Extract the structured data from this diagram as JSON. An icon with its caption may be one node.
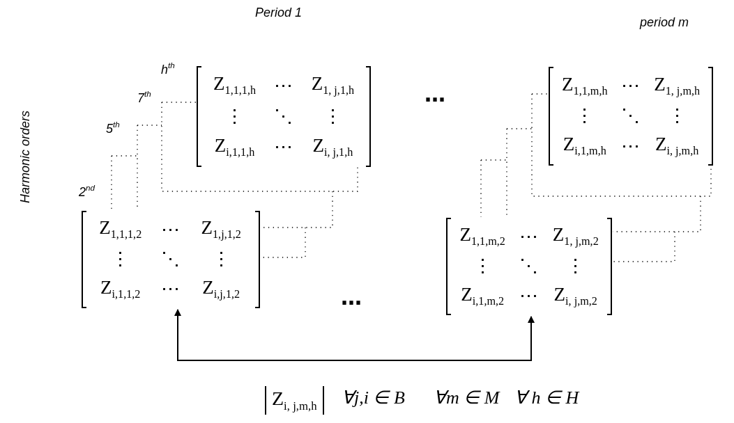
{
  "diagram": {
    "nodes": [
      {
        "text": [
          "Z$_{1,1,1,h}$",
          "⋯",
          "Z$_{1, j,1,h}$",
          "⋮",
          "⋱",
          "⋮",
          "Z$_{i,1,1,h}$",
          "⋯",
          "Z$_{i, j,1,h}$"
        ]
      },
      {
        "text": [
          "Z$_{1,1,m,h}$",
          "⋯",
          "Z$_{1, j,m,h}$",
          "⋮",
          "⋱",
          "⋮",
          "Z$_{i,1,m,h}$",
          "⋯",
          "Z$_{i, j,m,h}$"
        ]
      },
      {
        "text": [
          "Z$_{1,1,1,2}$",
          "⋯",
          "Z$_{1,j,1,2}$",
          "⋮",
          "⋱",
          "⋮",
          "Z$_{i,1,1,2}$",
          "⋯",
          "Z$_{i,j,1,2}$"
        ]
      },
      {
        "text": [
          "Z$_{1,1,m,2}$",
          "⋯",
          "Z$_{1, j,m,2}$",
          "⋮",
          "⋱",
          "⋮",
          "Z$_{i,1,m,2}$",
          "⋯",
          "Z$_{i, j,m,2}$"
        ]
      }
    ],
    "edges": [
      {
        "from": 2,
        "to": 3,
        "arrow": "both"
      }
    ],
    "labels": [
      "Period 1",
      "period m",
      "h$^{th}$",
      "…",
      "7$^{th}$",
      "Harmonic orders",
      "5$^{th}$",
      "2$^{nd}$",
      "…",
      "Z$_{i, j,m,h}$",
      "∀j,i ∈ B",
      "∀m ∈ M",
      "∀ h ∈ H"
    ]
  }
}
